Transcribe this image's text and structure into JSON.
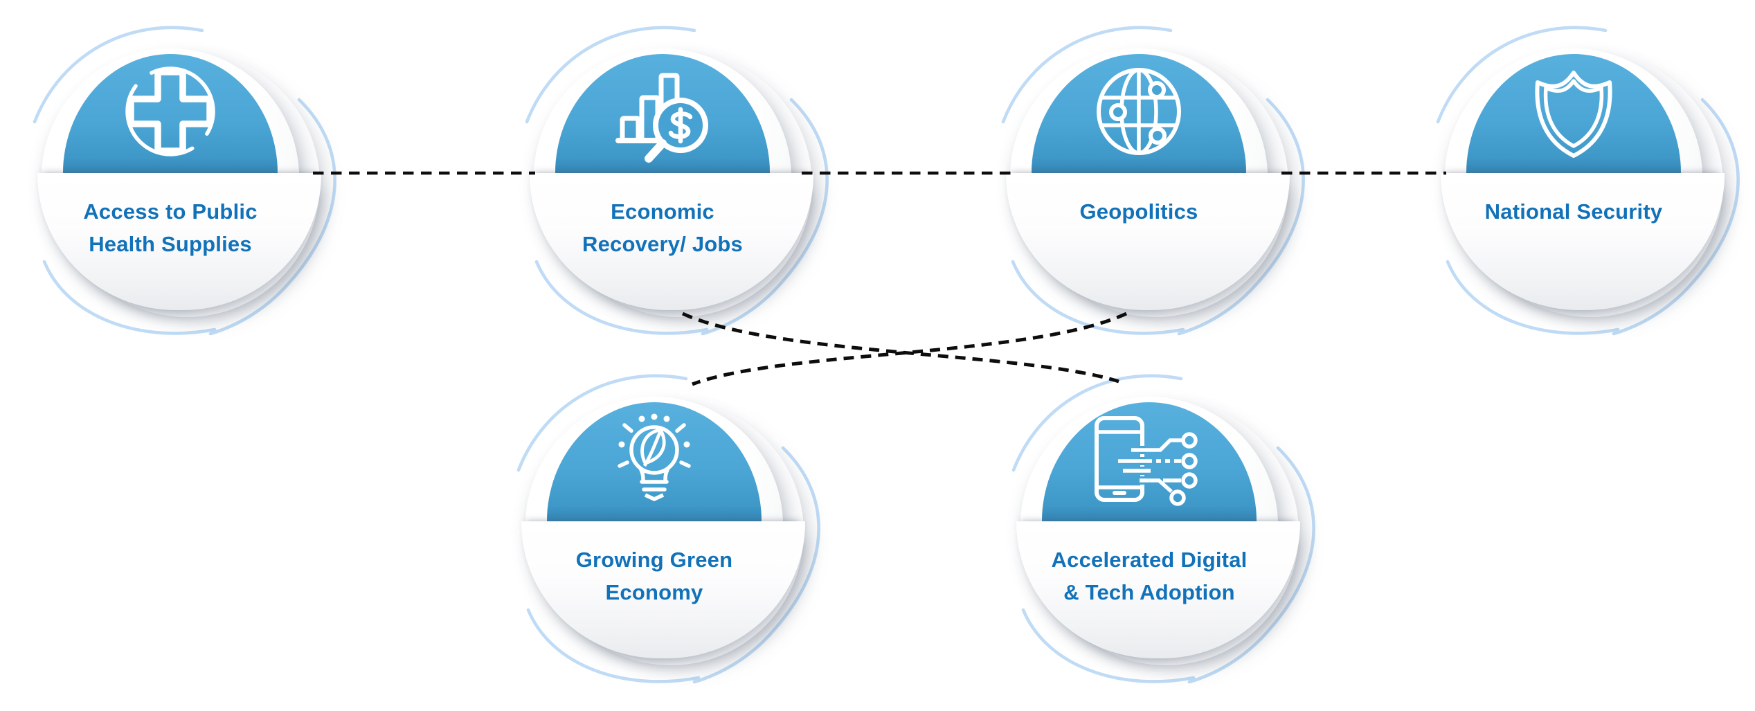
{
  "diagram": {
    "description": "Six circular infographic nodes connected by dashed lines",
    "colors": {
      "dome_blue_top": "#57b0dd",
      "dome_blue_bottom": "#3a91c2",
      "label_blue": "#1272b9",
      "orbit_arc_blue": "#bcd9f4",
      "connector_black": "#0d0d0d",
      "background": "#ffffff"
    },
    "nodes": [
      {
        "id": "access-public-health-supplies",
        "icon": "medical-cross-icon",
        "lines": [
          "Access to Public",
          "Health Supplies"
        ]
      },
      {
        "id": "economic-recovery-jobs",
        "icon": "bar-chart-dollar-magnifier-icon",
        "lines": [
          "Economic",
          "Recovery/ Jobs"
        ]
      },
      {
        "id": "geopolitics",
        "icon": "globe-network-icon",
        "lines": [
          "Geopolitics"
        ]
      },
      {
        "id": "national-security",
        "icon": "shield-icon",
        "lines": [
          "National Security"
        ]
      },
      {
        "id": "growing-green-economy",
        "icon": "eco-lightbulb-icon",
        "lines": [
          "Growing Green",
          "Economy"
        ]
      },
      {
        "id": "accelerated-digital-tech-adoption",
        "icon": "smartphone-circuit-icon",
        "lines": [
          "Accelerated Digital",
          "& Tech Adoption"
        ]
      }
    ],
    "connections": [
      {
        "from": "access-public-health-supplies",
        "to": "economic-recovery-jobs",
        "style": "dashed"
      },
      {
        "from": "economic-recovery-jobs",
        "to": "geopolitics",
        "style": "dashed"
      },
      {
        "from": "geopolitics",
        "to": "national-security",
        "style": "dashed"
      },
      {
        "from": "economic-recovery-jobs",
        "to": "accelerated-digital-tech-adoption",
        "style": "dashed"
      },
      {
        "from": "geopolitics",
        "to": "growing-green-economy",
        "style": "dashed"
      }
    ]
  }
}
